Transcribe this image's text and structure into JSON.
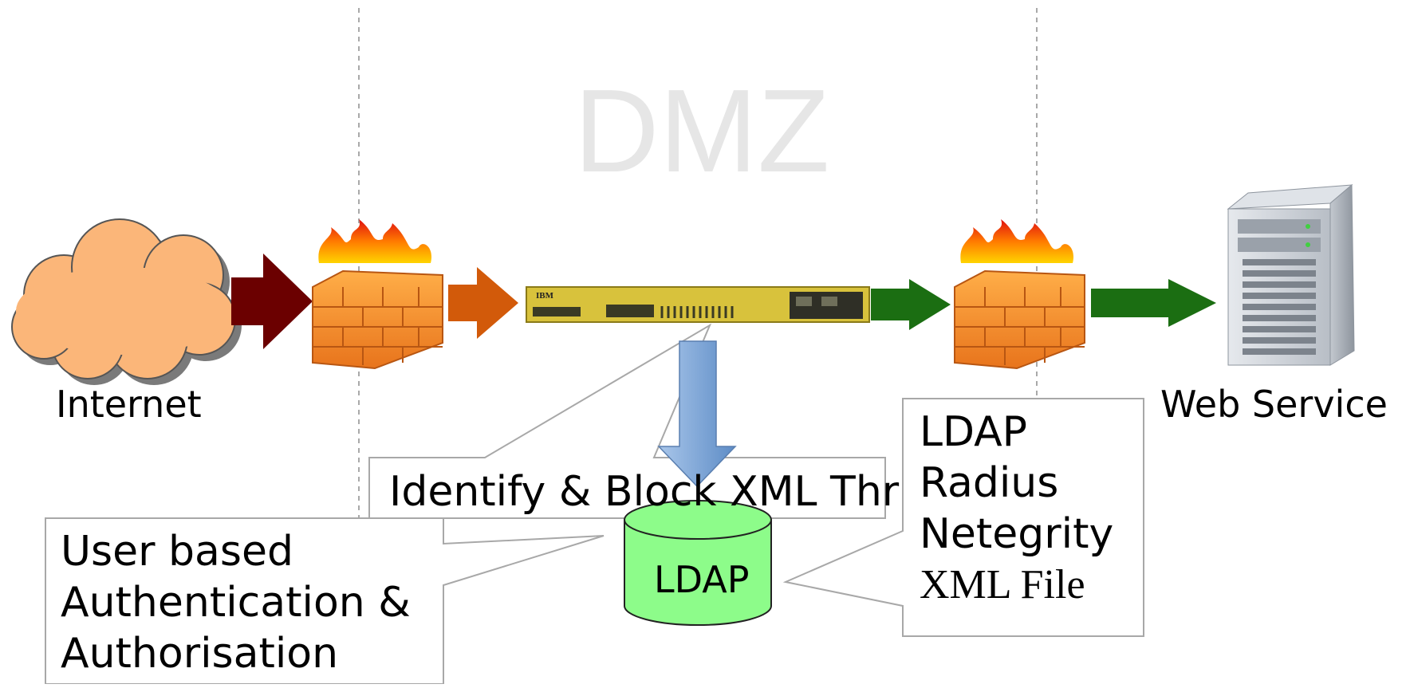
{
  "zone": {
    "label": "DMZ",
    "label_color": "#e8e8e8"
  },
  "nodes": {
    "internet": {
      "label": "Internet",
      "icon": "cloud-icon",
      "color": "#fbb679"
    },
    "firewall_outer": {
      "icon": "firewall-icon"
    },
    "appliance": {
      "icon": "xml-gateway-appliance-icon",
      "brand_mark": "IBM",
      "color": "#d8c23c"
    },
    "firewall_inner": {
      "icon": "firewall-icon"
    },
    "web_service": {
      "label": "Web Service",
      "icon": "server-tower-icon"
    },
    "ldap": {
      "label": "LDAP",
      "icon": "database-cylinder-icon",
      "color": "#8dfc8a"
    }
  },
  "callouts": {
    "threats": {
      "text": "Identify & Block XML Threats"
    },
    "auth": {
      "lines": [
        "User based",
        "Authentication &",
        "Authorisation"
      ]
    },
    "directories": {
      "lines": [
        "LDAP",
        "Radius",
        "Netegrity",
        "XML File"
      ]
    }
  },
  "colors": {
    "arrow_untrusted": "#6b0000",
    "arrow_filtered": "#d25a0a",
    "arrow_trusted": "#1b6e12",
    "arrow_lookup": "#7fa6d6",
    "zone_divider": "#a9a9a9"
  }
}
